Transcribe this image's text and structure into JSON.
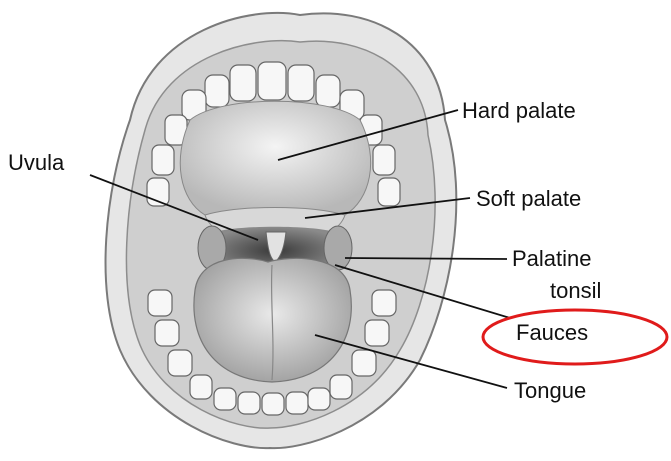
{
  "labels": {
    "uvula": "Uvula",
    "hard_palate": "Hard palate",
    "soft_palate": "Soft palate",
    "palatine_line1": "Palatine",
    "palatine_line2": "tonsil",
    "fauces": "Fauces",
    "tongue": "Tongue"
  },
  "colors": {
    "text": "#111111",
    "leader_lines": "#111111",
    "highlight_ellipse": "#e01b1b"
  }
}
